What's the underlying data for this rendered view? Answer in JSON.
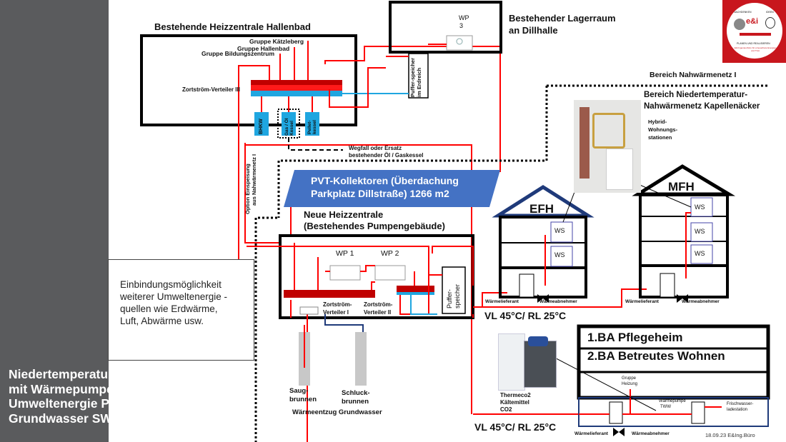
{
  "slide_title": "Niedertemperatur-Nahwärmenetz mit Wärmepumpen und Umweltenergie PVT-Kollektoren / Grundwasser SW Stockach",
  "slide_title_lines": [
    "Niedertemperatur-Nahwärmenetz",
    "mit Wärmepumpen und",
    "Umweltenergie PVT-Kollektoren /",
    "Grundwasser SW Stockach"
  ],
  "logo": {
    "top_left": "NACHDENKEN",
    "top_right": "IDEEN",
    "brand": "e&i",
    "line1": "PLANEN UND REALISIEREN",
    "line2": "E&I Ingenieurbüro für erneuerbare Energien und TGA"
  },
  "note_box": {
    "text": "Einbindungsmöglichkeit\nweiterer Umweltenergie -\nquellen wie Erdwärme,\nLuft, Abwärme usw."
  },
  "existing_plant": {
    "title": "Bestehende Heizzentrale Hallenbad",
    "groups": [
      "Gruppe Kätzleberg",
      "Gruppe Hallenbad",
      "Gruppe Bildungszentrum"
    ],
    "manifold": "Zortström-Verteiler III",
    "units": [
      "BHKW",
      "Gas / Öl Kessel",
      "Pellet-kessel"
    ],
    "replacement_note_1": "Wegfall oder Ersatz",
    "replacement_note_2": "bestehender Öl / Gaskessel"
  },
  "storage_room": {
    "title_1": "Bestehender Lagerraum",
    "title_2": "an Dillhalle",
    "heat_pump": "WP",
    "heat_pump_no": "3",
    "buffer": "Puffer-speicher im Erdreich"
  },
  "feed_option": {
    "line1": "Option Einspeisung",
    "line2": "aus Nahwärmenetz I"
  },
  "pvt": {
    "line1": "PVT-Kollektoren (Überdachung",
    "line2": "Parkplatz Dillstraße)  1266 m2",
    "color": "#4472c4"
  },
  "new_plant": {
    "title_1": "Neue Heizzentrale",
    "title_2": "(Bestehendes  Pumpengebäude)",
    "heat_pumps": [
      "WP 1",
      "WP 2"
    ],
    "manifold_1": [
      "Zortström-",
      "Verteiler I"
    ],
    "manifold_2": [
      "Zortström-",
      "Verteiler II"
    ],
    "buffer": [
      "Puffer-",
      "speicher"
    ]
  },
  "groundwater": {
    "suction_well": [
      "Saug-",
      "brunnen"
    ],
    "injection_well": [
      "Schluck-",
      "brunnen"
    ],
    "caption": "Wärmeentzug Grundwasser"
  },
  "areas": {
    "network_1": "Bereich Nahwärmenetz I",
    "low_temp_1": "Bereich Niedertemperatur-",
    "low_temp_2": "Nahwärmenetz Kapellenäcker",
    "hybrid_1": "Hybrid-",
    "hybrid_2": "Wohnungs-",
    "hybrid_3": "stationen"
  },
  "buildings": {
    "efh": {
      "label": "EFH",
      "stations": [
        "WS",
        "WS"
      ]
    },
    "mfh": {
      "label": "MFH",
      "stations": [
        "WS",
        "WS",
        "WS"
      ]
    },
    "supplier": "Wärmelieferant",
    "consumer": "Wärmeabnehmer",
    "temperature": "VL 45°C/ RL 25°C"
  },
  "care_home": {
    "line1": "1.BA Pflegeheim",
    "line2": "2.BA Betreutes Wohnen",
    "group_heating": [
      "Gruppe",
      "Heizung"
    ],
    "hp_tww": [
      "Wärmepumpe",
      "TWW"
    ],
    "fresh_water": [
      "Frischwasser-",
      "ladestation"
    ],
    "supplier": "Wärmelieferant",
    "consumer": "Wärmeabnehmer",
    "temperature": "VL 45°C/ RL 25°C",
    "chiller": [
      "Thermeco2",
      "Kältemittel",
      "CO2"
    ]
  },
  "footer": {
    "credit": "18.09.23 E&Ing.Büro"
  },
  "colors": {
    "supply": "#ff0000",
    "return": "#00a2e8",
    "groundwater_return": "#1f3a7a",
    "manifold": "#c00000",
    "unit_blue": "#1fa6e0",
    "sidebar": "#5a5b5d"
  }
}
